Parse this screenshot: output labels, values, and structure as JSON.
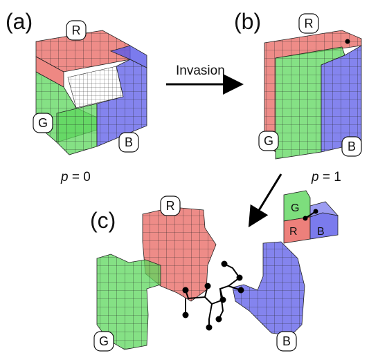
{
  "colors": {
    "red": "#e8605a",
    "green": "#5cd65c",
    "blue": "#5a5ae8"
  },
  "panels": {
    "a": {
      "label": "(a)",
      "caption_var": "p",
      "caption_rest": " = 0"
    },
    "b": {
      "label": "(b)",
      "caption_var": "p",
      "caption_rest": " = 1"
    },
    "c": {
      "label": "(c)"
    }
  },
  "badges": {
    "red": "R",
    "green": "G",
    "blue": "B"
  },
  "arrow_label": "Invasion",
  "legend": {
    "red": "R",
    "green": "G",
    "blue": "B"
  }
}
